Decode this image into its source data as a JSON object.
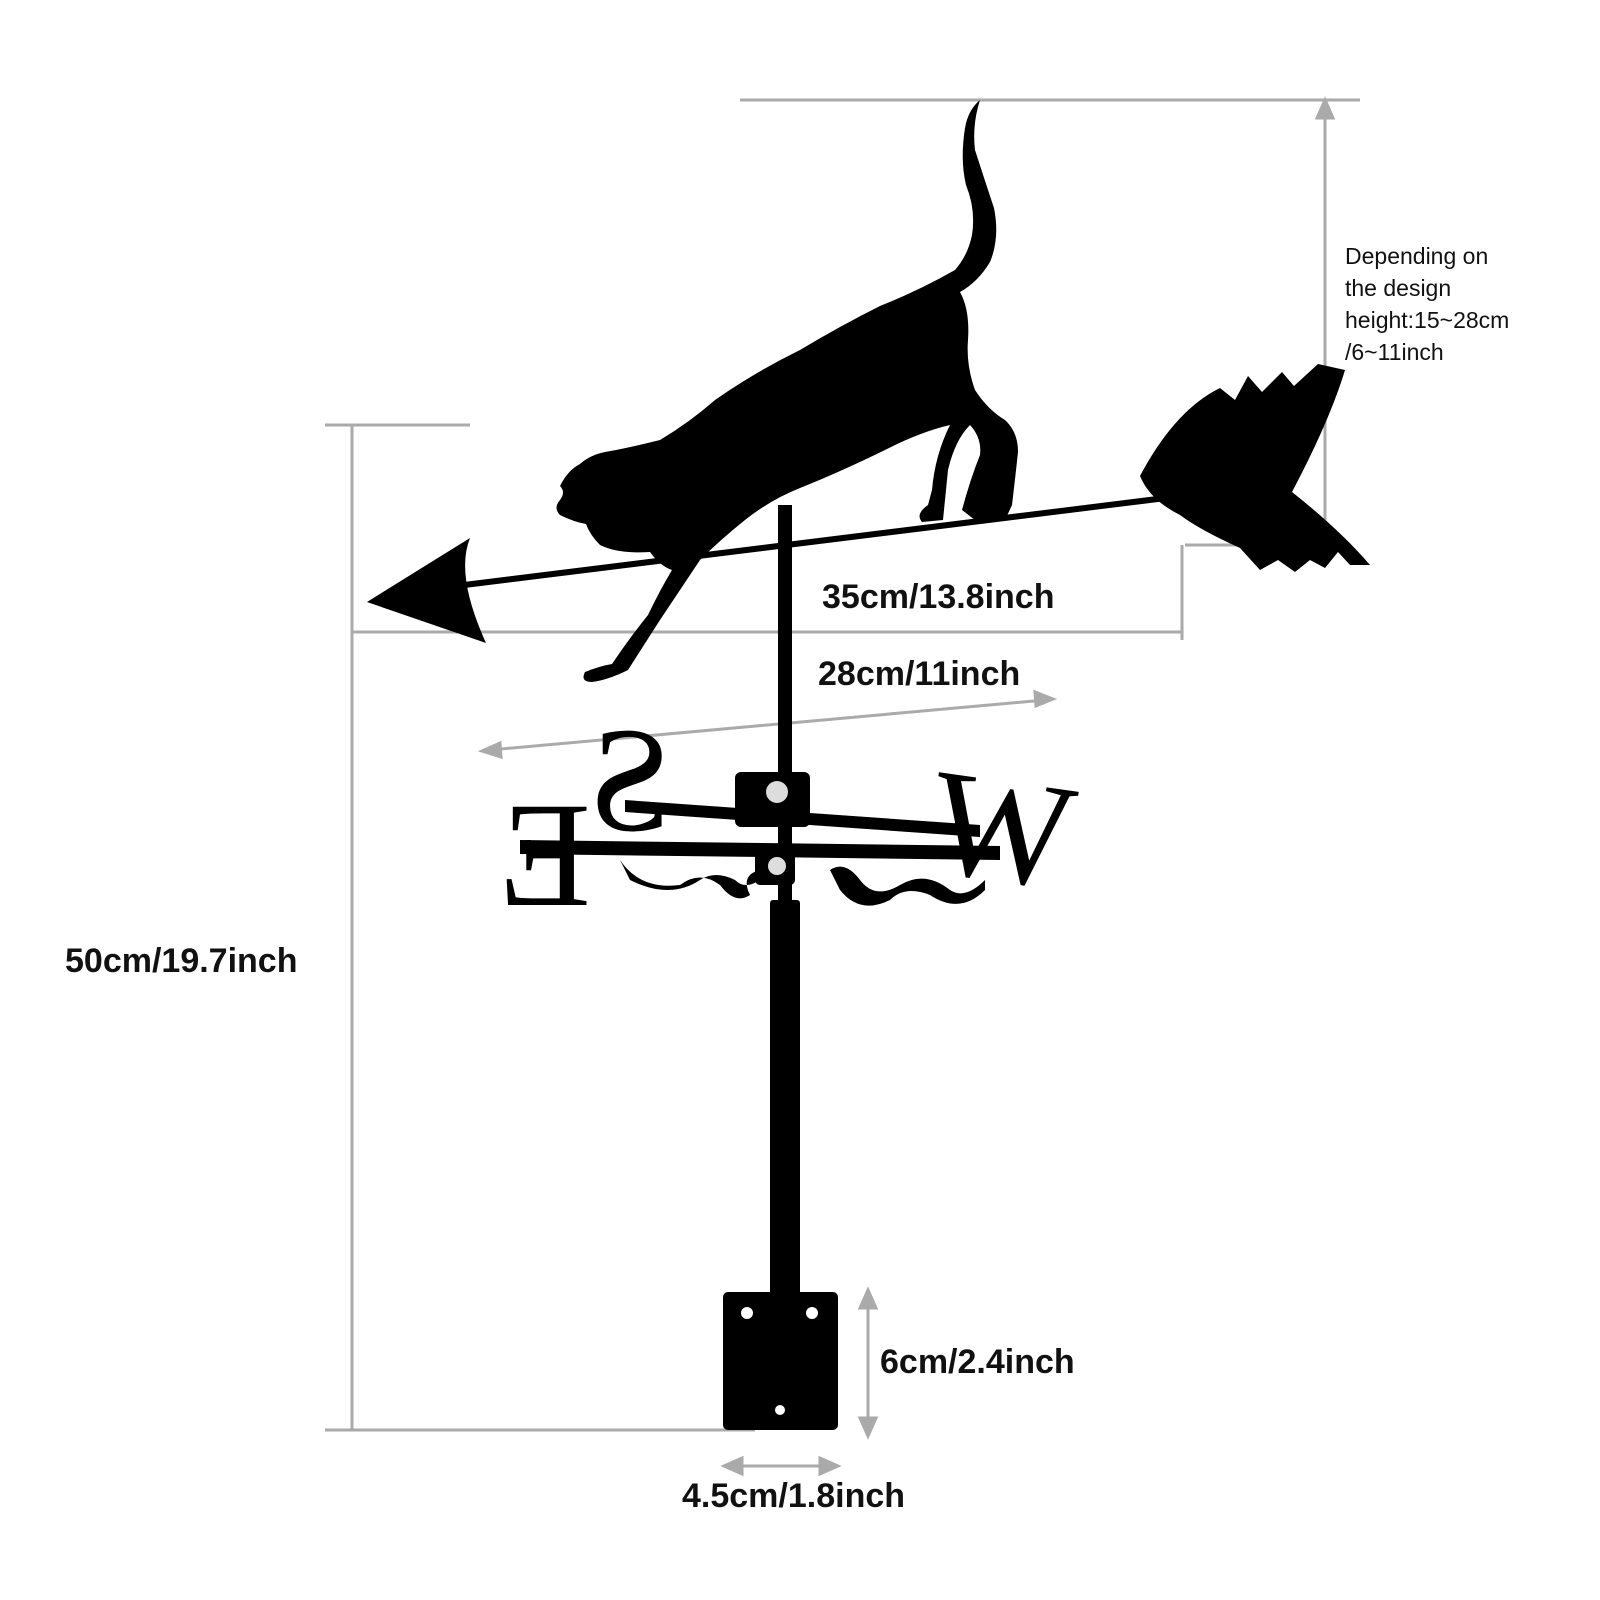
{
  "colors": {
    "silhouette": "#000000",
    "dimension_line": "#aaaaaa",
    "text": "#111111",
    "background": "#ffffff"
  },
  "compass": {
    "letters": [
      "E",
      "S",
      "W"
    ]
  },
  "dimensions": {
    "total_height": "50cm/19.7inch",
    "arrow_length": "35cm/13.8inch",
    "crossbar_width": "28cm/11inch",
    "bracket_height": "6cm/2.4inch",
    "bracket_width": "4.5cm/1.8inch"
  },
  "note": {
    "lines": [
      "Depending on",
      "the design",
      "height:15~28cm",
      "/6~11inch"
    ]
  }
}
